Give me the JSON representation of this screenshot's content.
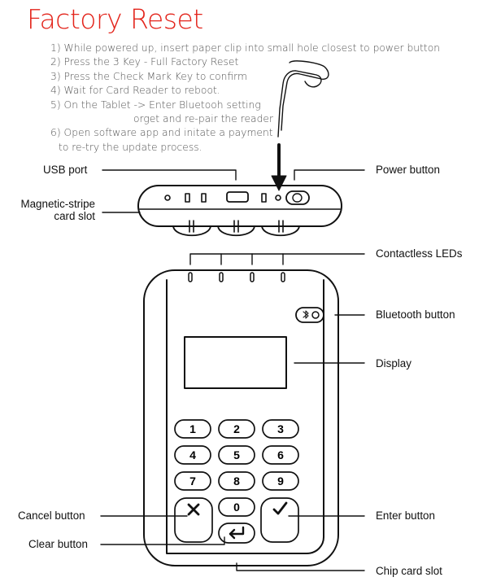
{
  "title": "Factory Reset",
  "steps": [
    "1) While powered up, insert paper clip into small hole closest to power button",
    "2) Press the 3 Key - Full Factory Reset",
    "3) Press the Check Mark Key to confirm",
    "4) Wait for Card Reader to reboot.",
    "5) On the Tablet -> Enter Bluetooh setting",
    "orget and re-pair the reader",
    "6) Open software app and initate a payment",
    "to re-try the update process."
  ],
  "labels": {
    "usb_port": "USB port",
    "power_button": "Power button",
    "mag_stripe_line1": "Magnetic-stripe",
    "mag_stripe_line2": "card slot",
    "contactless_leds": "Contactless LEDs",
    "bluetooth_button": "Bluetooth button",
    "display": "Display",
    "cancel_button": "Cancel button",
    "enter_button": "Enter button",
    "clear_button": "Clear button",
    "chip_card_slot": "Chip card slot"
  },
  "keypad": [
    "1",
    "2",
    "3",
    "4",
    "5",
    "6",
    "7",
    "8",
    "9",
    "0"
  ],
  "icons": {
    "cancel": "cancel-x-icon",
    "enter": "checkmark-icon",
    "clear": "return-arrow-icon",
    "bluetooth": "bluetooth-icon"
  },
  "colors": {
    "title": "#e3241b",
    "text": "#555555",
    "line": "#111111"
  }
}
